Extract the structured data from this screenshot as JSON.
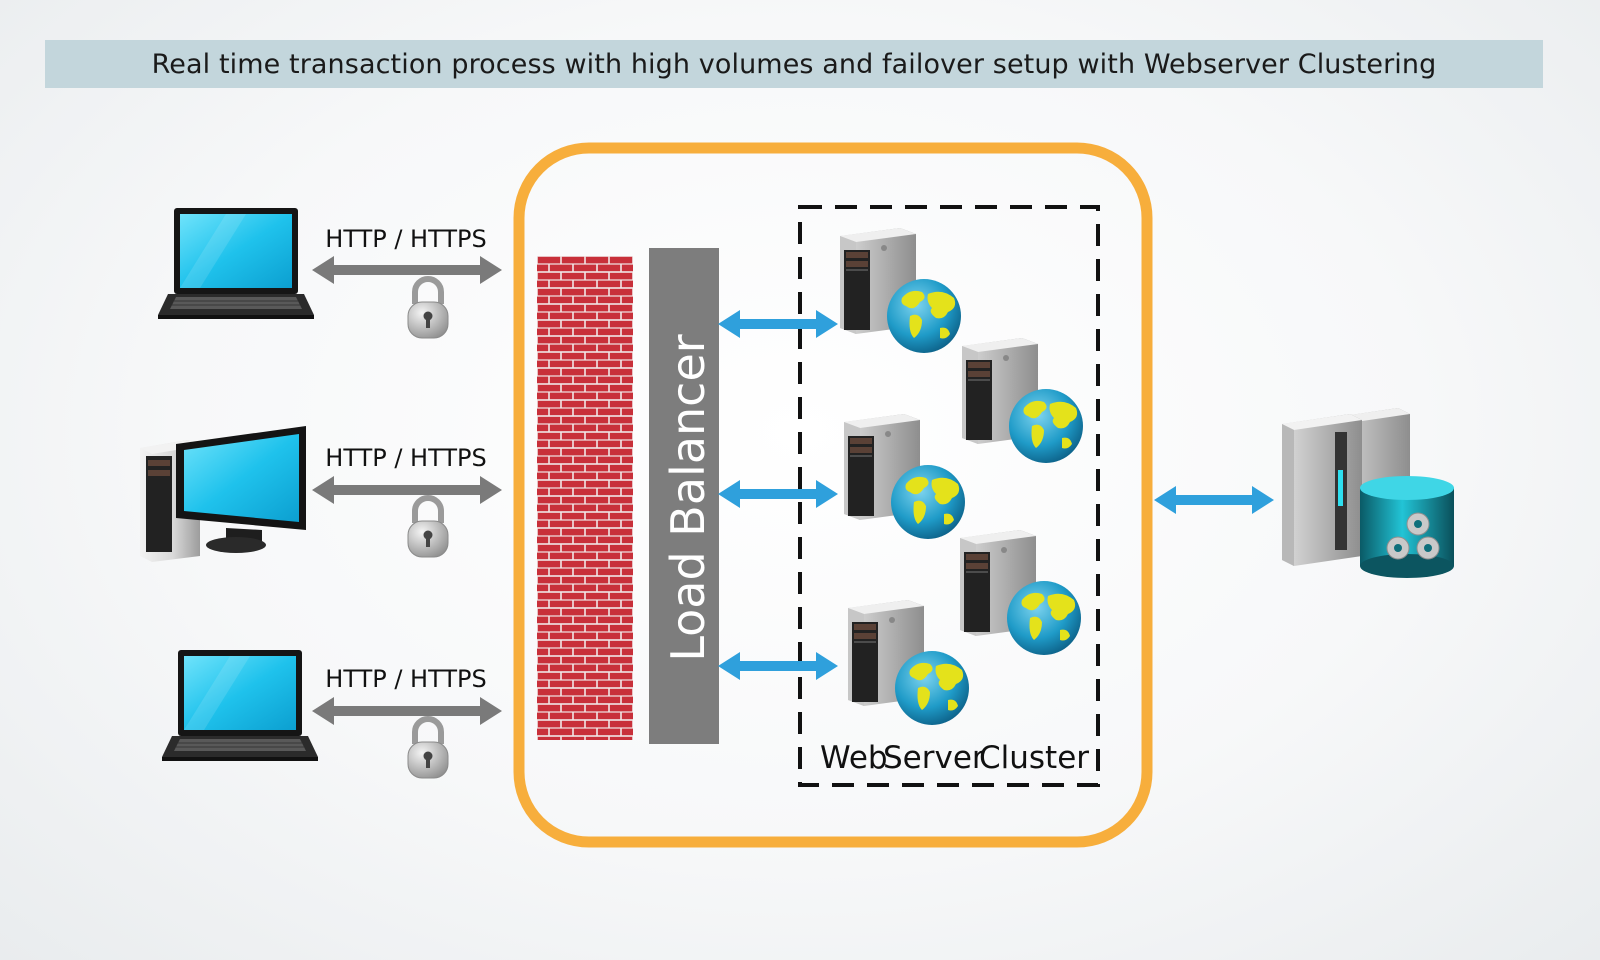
{
  "title": "Real time transaction process with high volumes and failover setup with Webserver Clustering",
  "protocol_labels": [
    "HTTP / HTTPS",
    "HTTP / HTTPS",
    "HTTP / HTTPS"
  ],
  "load_balancer_label": "Load Balancer",
  "cluster_label": {
    "part1": "Web",
    "part2": "Server",
    "part3": "Cluster"
  },
  "clients": [
    {
      "icon": "laptop-icon"
    },
    {
      "icon": "desktop-computer-icon"
    },
    {
      "icon": "laptop-icon"
    }
  ],
  "web_servers": [
    {
      "icon": "web-server-globe-icon"
    },
    {
      "icon": "web-server-globe-icon"
    },
    {
      "icon": "web-server-globe-icon"
    },
    {
      "icon": "web-server-globe-icon"
    },
    {
      "icon": "web-server-globe-icon"
    }
  ],
  "database": {
    "icon": "database-server-icon"
  },
  "colors": {
    "title_bar": "#c3d6dc",
    "container_border": "#f7ae3c",
    "firewall_brick": "#c8303a",
    "load_balancer": "#7d7d7d",
    "gray_arrow": "#7a7a7a",
    "blue_arrow": "#2fa0dc",
    "screen": "#21c3ec"
  }
}
